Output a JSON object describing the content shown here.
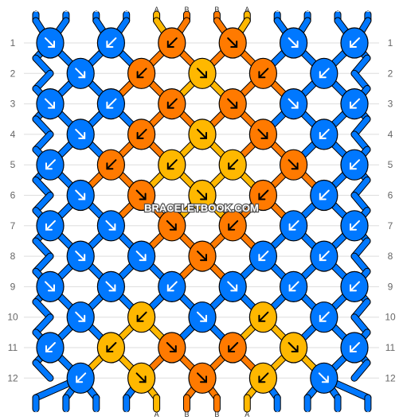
{
  "watermark": "BRACELETBOOK.COM",
  "colors": {
    "A": "#FFB800",
    "B": "#FF7A00",
    "C": "#0078FF"
  },
  "top_labels": [
    "C",
    "C",
    "C",
    "C",
    "A",
    "B",
    "B",
    "A",
    "C",
    "C",
    "C",
    "C"
  ],
  "bottom_labels": [
    "C",
    "C",
    "C",
    "C",
    "A",
    "B",
    "B",
    "A",
    "C",
    "C",
    "C",
    "C"
  ],
  "row_numbers": [
    "1",
    "2",
    "3",
    "4",
    "5",
    "6",
    "7",
    "8",
    "9",
    "10",
    "11",
    "12"
  ],
  "knots": [
    [
      {
        "c": "C",
        "d": "r"
      },
      {
        "c": "C",
        "d": "l"
      },
      {
        "c": "B",
        "d": "l"
      },
      {
        "c": "B",
        "d": "r"
      },
      {
        "c": "C",
        "d": "r"
      },
      {
        "c": "C",
        "d": "l"
      }
    ],
    [
      {
        "c": "C",
        "d": "r"
      },
      {
        "c": "B",
        "d": "l"
      },
      {
        "c": "A",
        "d": "r"
      },
      {
        "c": "B",
        "d": "l"
      },
      {
        "c": "C",
        "d": "l"
      }
    ],
    [
      {
        "c": "C",
        "d": "r"
      },
      {
        "c": "C",
        "d": "l"
      },
      {
        "c": "B",
        "d": "l"
      },
      {
        "c": "B",
        "d": "r"
      },
      {
        "c": "C",
        "d": "r"
      },
      {
        "c": "C",
        "d": "l"
      }
    ],
    [
      {
        "c": "C",
        "d": "r"
      },
      {
        "c": "B",
        "d": "l"
      },
      {
        "c": "A",
        "d": "r"
      },
      {
        "c": "B",
        "d": "r"
      },
      {
        "c": "C",
        "d": "l"
      }
    ],
    [
      {
        "c": "C",
        "d": "l"
      },
      {
        "c": "B",
        "d": "l"
      },
      {
        "c": "A",
        "d": "l"
      },
      {
        "c": "A",
        "d": "l"
      },
      {
        "c": "B",
        "d": "r"
      },
      {
        "c": "C",
        "d": "l"
      }
    ],
    [
      {
        "c": "C",
        "d": "r"
      },
      {
        "c": "B",
        "d": "r"
      },
      {
        "c": "A",
        "d": "r"
      },
      {
        "c": "B",
        "d": "l"
      },
      {
        "c": "C",
        "d": "l"
      }
    ],
    [
      {
        "c": "C",
        "d": "l"
      },
      {
        "c": "C",
        "d": "r"
      },
      {
        "c": "B",
        "d": "r"
      },
      {
        "c": "B",
        "d": "l"
      },
      {
        "c": "C",
        "d": "l"
      },
      {
        "c": "C",
        "d": "l"
      }
    ],
    [
      {
        "c": "C",
        "d": "r"
      },
      {
        "c": "C",
        "d": "r"
      },
      {
        "c": "B",
        "d": "r"
      },
      {
        "c": "C",
        "d": "l"
      },
      {
        "c": "C",
        "d": "l"
      }
    ],
    [
      {
        "c": "C",
        "d": "r"
      },
      {
        "c": "C",
        "d": "r"
      },
      {
        "c": "C",
        "d": "l"
      },
      {
        "c": "C",
        "d": "r"
      },
      {
        "c": "C",
        "d": "l"
      },
      {
        "c": "C",
        "d": "l"
      }
    ],
    [
      {
        "c": "C",
        "d": "r"
      },
      {
        "c": "A",
        "d": "l"
      },
      {
        "c": "C",
        "d": "r"
      },
      {
        "c": "A",
        "d": "l"
      },
      {
        "c": "C",
        "d": "l"
      }
    ],
    [
      {
        "c": "C",
        "d": "l"
      },
      {
        "c": "A",
        "d": "l"
      },
      {
        "c": "B",
        "d": "r"
      },
      {
        "c": "B",
        "d": "l"
      },
      {
        "c": "A",
        "d": "r"
      },
      {
        "c": "C",
        "d": "l"
      }
    ],
    [
      {
        "c": "C",
        "d": "l"
      },
      {
        "c": "A",
        "d": "r"
      },
      {
        "c": "B",
        "d": "r"
      },
      {
        "c": "A",
        "d": "l"
      },
      {
        "c": "C",
        "d": "r"
      }
    ]
  ]
}
